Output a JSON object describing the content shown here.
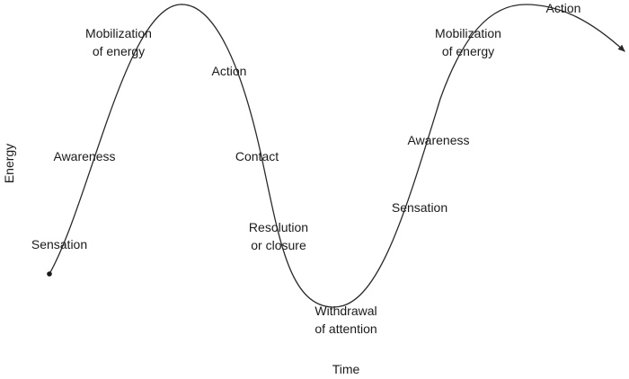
{
  "axes": {
    "x_label": "Time",
    "y_label": "Energy"
  },
  "labels": {
    "mobilization_1_line1": "Mobilization",
    "mobilization_1_line2": "of energy",
    "action_1": "Action",
    "awareness_1": "Awareness",
    "contact": "Contact",
    "sensation_1": "Sensation",
    "resolution_line1": "Resolution",
    "resolution_line2": "or closure",
    "withdrawal_line1": "Withdrawal",
    "withdrawal_line2": "of attention",
    "sensation_2": "Sensation",
    "awareness_2": "Awareness",
    "mobilization_2_line1": "Mobilization",
    "mobilization_2_line2": "of energy",
    "action_2": "Action"
  },
  "colors": {
    "ink": "#1a1a1a",
    "background": "#ffffff"
  }
}
